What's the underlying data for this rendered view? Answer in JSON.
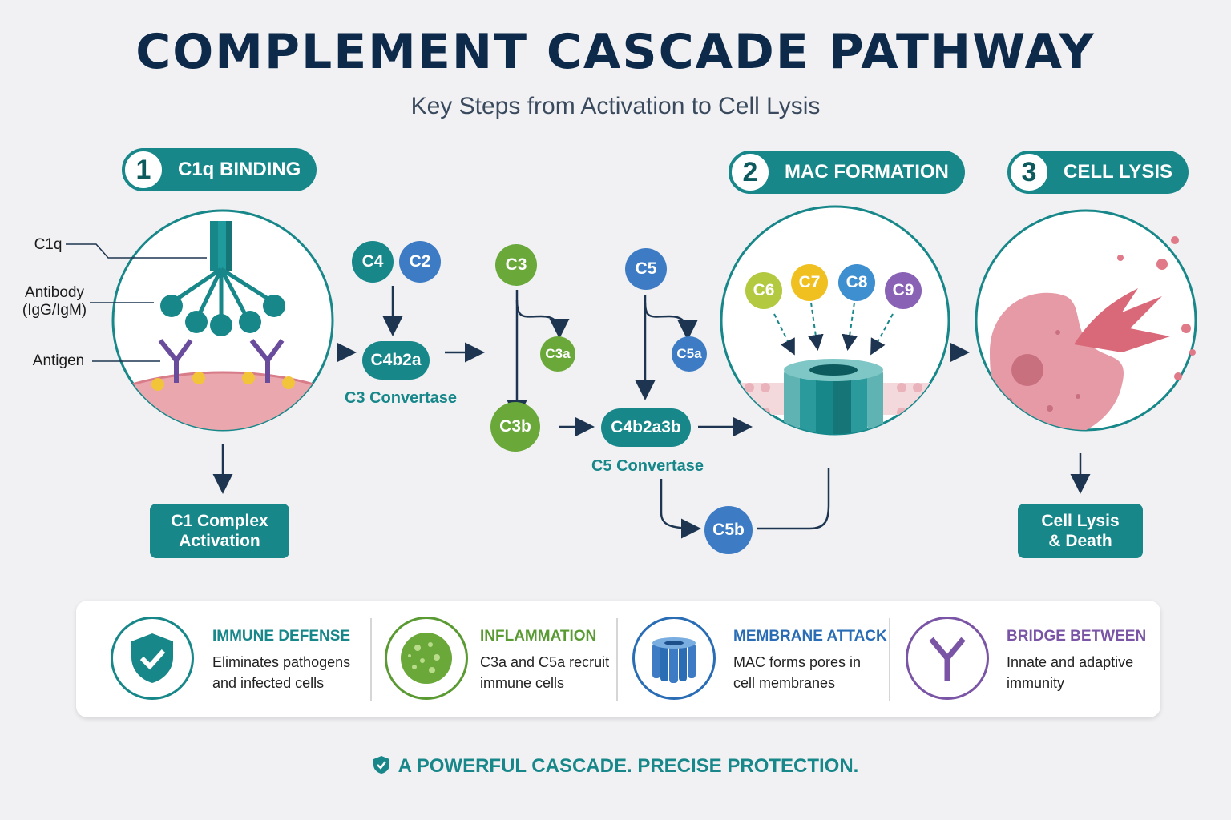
{
  "title": "COMPLEMENT CASCADE PATHWAY",
  "subtitle": "Key Steps from Activation to Cell Lysis",
  "steps": [
    {
      "num": "1",
      "label": "C1q BINDING"
    },
    {
      "num": "2",
      "label": "MAC FORMATION"
    },
    {
      "num": "3",
      "label": "CELL LYSIS"
    }
  ],
  "side_labels": {
    "c1q": "C1q",
    "antibody_line1": "Antibody",
    "antibody_line2": "(IgG/IgM)",
    "antigen": "Antigen"
  },
  "nodes": {
    "c4": "C4",
    "c2": "C2",
    "c4b2a": "C4b2a",
    "c3_convertase": "C3 Convertase",
    "c3": "C3",
    "c3a": "C3a",
    "c3b": "C3b",
    "c5": "C5",
    "c5a": "C5a",
    "c4b2a3b": "C4b2a3b",
    "c5_convertase": "C5 Convertase",
    "c5b": "C5b",
    "c6": "C6",
    "c7": "C7",
    "c8": "C8",
    "c9": "C9"
  },
  "boxes": {
    "c1_line1": "C1 Complex",
    "c1_line2": "Activation",
    "lysis_line1": "Cell Lysis",
    "lysis_line2": "& Death"
  },
  "features": [
    {
      "title": "IMMUNE DEFENSE",
      "line1": "Eliminates pathogens",
      "line2": "and infected cells",
      "color": "#17878a",
      "icon": "shield-check-icon"
    },
    {
      "title": "INFLAMMATION",
      "line1": "C3a and C5a recruit",
      "line2": "immune cells",
      "color": "#5a9a32",
      "icon": "inflamed-cell-icon"
    },
    {
      "title": "MEMBRANE ATTACK",
      "line1": "MAC forms pores in",
      "line2": "cell membranes",
      "color": "#2a6db5",
      "icon": "pore-icon"
    },
    {
      "title": "BRIDGE BETWEEN",
      "line1": "Innate and adaptive",
      "line2": "immunity",
      "color": "#7b55a5",
      "icon": "antibody-icon"
    }
  ],
  "tagline": "A POWERFUL CASCADE.  PRECISE PROTECTION.",
  "colors": {
    "teal": "#17878a",
    "green": "#6aa83a",
    "blue": "#3d7cc4",
    "navy": "#0d2a4a"
  }
}
